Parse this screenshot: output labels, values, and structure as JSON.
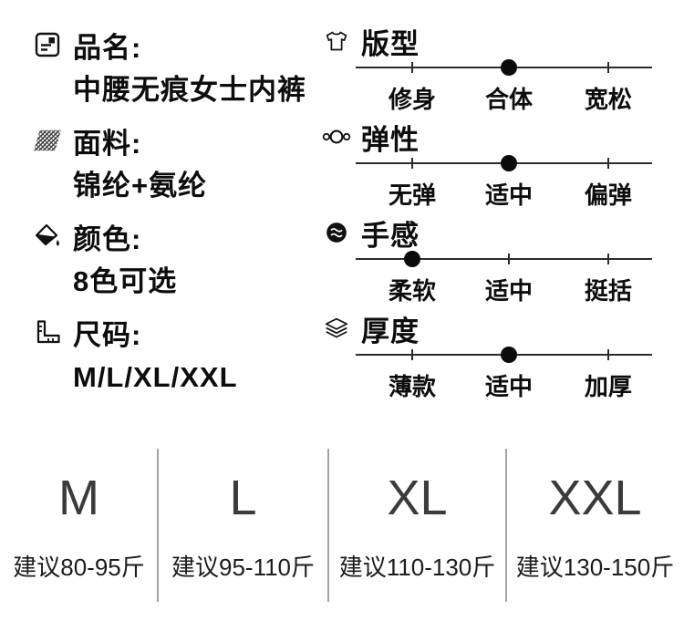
{
  "left_specs": [
    {
      "icon": "document-icon",
      "label": "品名:",
      "value": "中腰无痕女士内裤"
    },
    {
      "icon": "fabric-icon",
      "label": "面料:",
      "value": "锦纶+氨纶"
    },
    {
      "icon": "paint-bucket-icon",
      "label": "颜色:",
      "value": "8色可选"
    },
    {
      "icon": "ruler-icon",
      "label": "尺码:",
      "value": "M/L/XL/XXL"
    }
  ],
  "scales": [
    {
      "icon": "tshirt-icon",
      "title": "版型",
      "options": [
        "修身",
        "合体",
        "宽松"
      ],
      "active_index": 1
    },
    {
      "icon": "spring-icon",
      "title": "弹性",
      "options": [
        "无弹",
        "适中",
        "偏弹"
      ],
      "active_index": 1
    },
    {
      "icon": "touch-icon",
      "title": "手感",
      "options": [
        "柔软",
        "适中",
        "挺括"
      ],
      "active_index": 0
    },
    {
      "icon": "layers-icon",
      "title": "厚度",
      "options": [
        "薄款",
        "适中",
        "加厚"
      ],
      "active_index": 1
    }
  ],
  "sizes": [
    {
      "name": "M",
      "suggestion": "建议80-95斤"
    },
    {
      "name": "L",
      "suggestion": "建议95-110斤"
    },
    {
      "name": "XL",
      "suggestion": "建议110-130斤"
    },
    {
      "name": "XXL",
      "suggestion": "建议130-150斤"
    }
  ],
  "colors": {
    "text": "#0d0d0d",
    "scale_line": "#2b2b2b",
    "dot": "#0b0b0b",
    "size_letter": "#3b3b3b",
    "divider": "#a3a3a3",
    "background": "#ffffff"
  }
}
